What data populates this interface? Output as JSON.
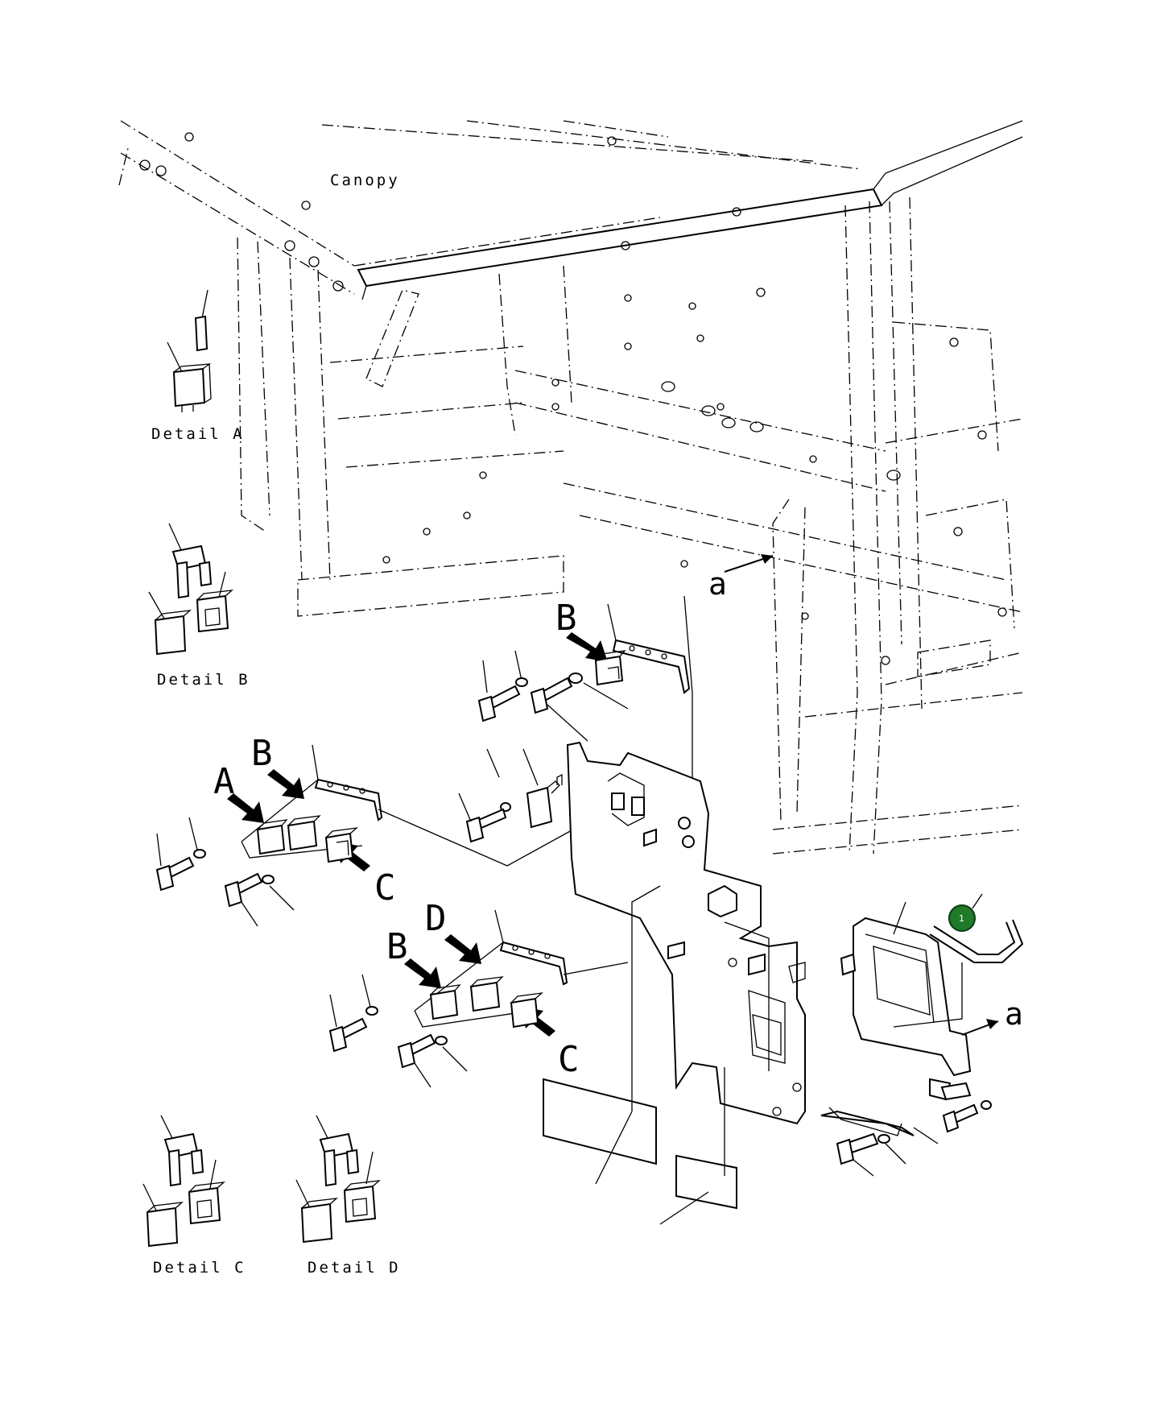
{
  "labels": {
    "canopy": "Canopy",
    "detail_a": "Detail A",
    "detail_b": "Detail B",
    "detail_c": "Detail C",
    "detail_d": "Detail D",
    "view_a_top": "a",
    "view_a_right": "a",
    "arrow_b_top": "B",
    "arrow_b_mid": "B",
    "arrow_a_mid": "A",
    "arrow_c_mid": "C",
    "arrow_b_low": "B",
    "arrow_d_low": "D",
    "arrow_c_low": "C"
  },
  "callout": {
    "number": "1",
    "color": "#1f7a2a"
  }
}
